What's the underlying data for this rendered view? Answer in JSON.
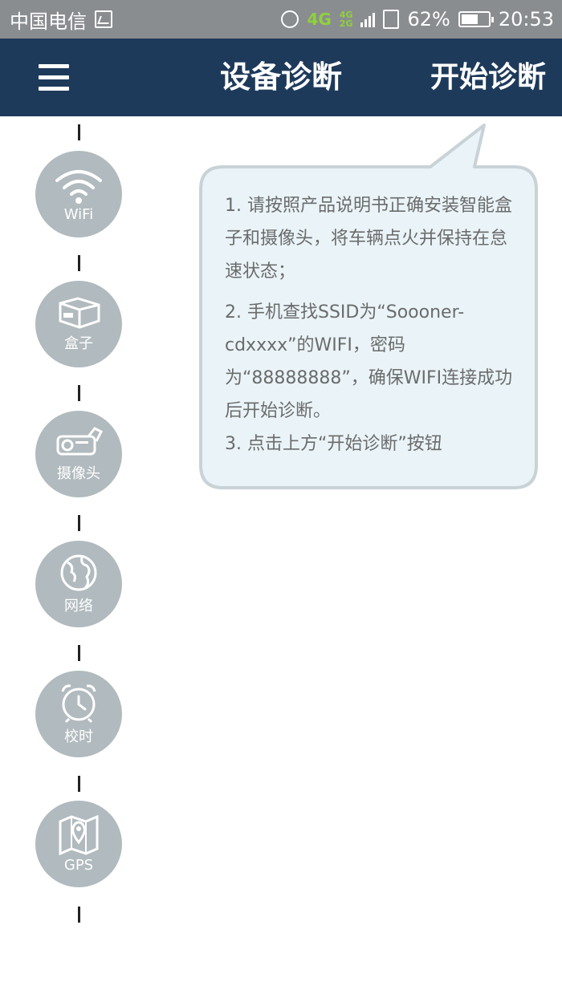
{
  "status_bar": {
    "carrier": "中国电信",
    "network": "4G",
    "network_stack_top": "4G",
    "network_stack_bottom": "2G",
    "battery_percent": "62%",
    "battery_level": 0.62,
    "time": "20:53",
    "icons": [
      "image-icon",
      "alarm-icon",
      "signal-icon",
      "sim-icon",
      "battery-icon"
    ]
  },
  "header": {
    "menu_icon": "hamburger-icon",
    "title": "设备诊断",
    "action": "开始诊断",
    "background": "#1e3a5b"
  },
  "steps": [
    {
      "label": "WiFi",
      "icon": "wifi-icon"
    },
    {
      "label": "盒子",
      "icon": "box-device-icon"
    },
    {
      "label": "摄像头",
      "icon": "camera-icon"
    },
    {
      "label": "网络",
      "icon": "globe-icon"
    },
    {
      "label": "校时",
      "icon": "alarm-clock-icon"
    },
    {
      "label": "GPS",
      "icon": "map-pin-icon"
    }
  ],
  "instructions": {
    "line1": "1. 请按照产品说明书正确安装智能盒子和摄像头，将车辆点火并保持在怠速状态；",
    "line2": "2. 手机查找SSID为“Soooner-cdxxxx”的WIFI，密码为“88888888”，确保WIFI连接成功后开始诊断。",
    "line3": "3. 点击上方“开始诊断”按钮"
  },
  "colors": {
    "step_circle": "#b1babe",
    "bubble_fill": "#eaf4f8",
    "bubble_border": "#c9d3d7",
    "text": "#6b6b6b"
  }
}
